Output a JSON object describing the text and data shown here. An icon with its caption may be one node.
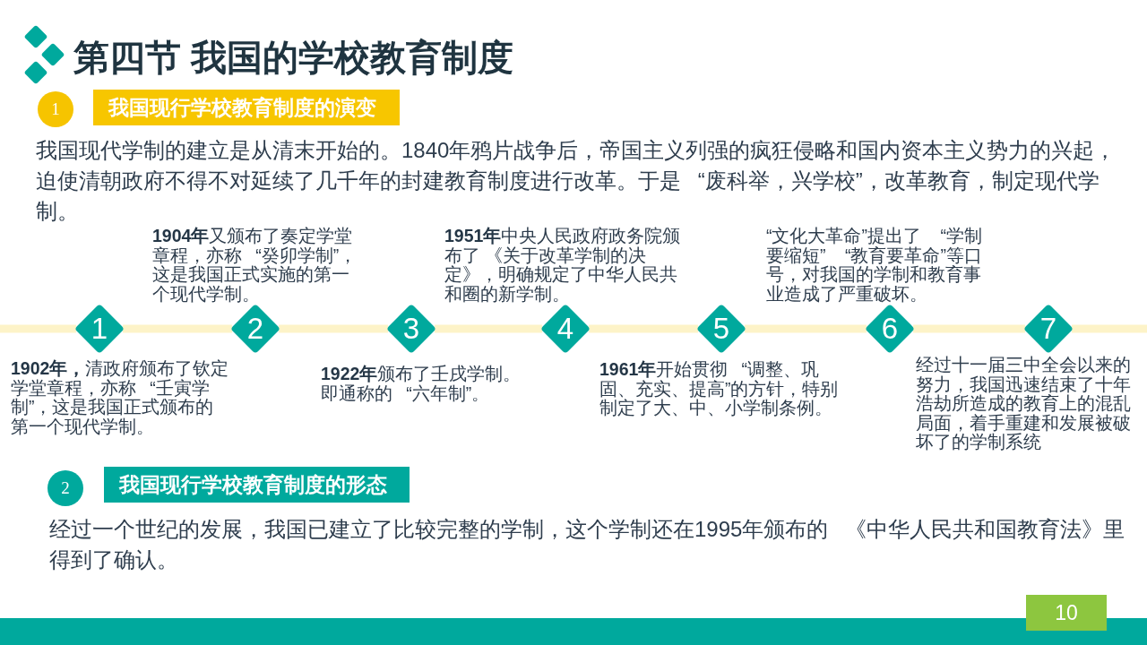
{
  "diagram": {
    "title": "第四节 我国的学校教育制度",
    "nodes": [
      {
        "text": [
          "1"
        ]
      },
      {
        "text": [
          "我国现行学校教育制度的演变"
        ]
      },
      {
        "text": [
          "1"
        ],
        "beside": [
          "**1902年，**清政府颁布了钦定学堂章程，亦称 “壬寅学制”，这是我国正式颁布的第一个现代学制。"
        ]
      },
      {
        "text": [
          "2"
        ],
        "beside": [
          "**1904年**又颁布了奏定学堂章程，亦称 “癸卯学制”，这是我国正式实施的第一个现代学制。"
        ]
      },
      {
        "text": [
          "3"
        ],
        "beside": [
          "**1922年**颁布了壬戌学制。即通称的 “六年制”。"
        ]
      },
      {
        "text": [
          "4"
        ],
        "beside": [
          "**1951年**中央人民政府政务院颁布了 《关于改革学制的决定》，明确规定了中华人民共和圈的新学制。"
        ]
      },
      {
        "text": [
          "5"
        ],
        "beside": [
          "**1961年**开始贯彻 “调整、巩固、充实、提高”的方针，特别制定了大、中、小学制条例。"
        ]
      },
      {
        "text": [
          "6"
        ],
        "beside": [
          "“文化大革命”提出了 “学制要缩短” “教育要革命”等口号，对我国的学制和教育事业造成了严重破坏。"
        ]
      },
      {
        "text": [
          "7"
        ],
        "beside": [
          "经过十一届三中全会以来的努力，我国迅速结束了十年浩劫所造成的教育上的混乱局面，着手重建和发展被破坏了的学制系统"
        ]
      },
      {
        "text": [
          "2"
        ]
      },
      {
        "text": [
          "我国现行学校教育制度的形态"
        ]
      },
      {
        "text": [
          "10"
        ]
      }
    ],
    "edges": [
      {
        "from": 2,
        "to": 3,
        "arrow": "none"
      },
      {
        "from": 3,
        "to": 4,
        "arrow": "none"
      },
      {
        "from": 4,
        "to": 5,
        "arrow": "none"
      },
      {
        "from": 5,
        "to": 6,
        "arrow": "none"
      },
      {
        "from": 6,
        "to": 7,
        "arrow": "none"
      },
      {
        "from": 7,
        "to": 8,
        "arrow": "none"
      }
    ],
    "labels": [
      "我国现代学制的建立是从清末开始的。1840年鸦片战争后，帝国主义列强的疯狂侵略和国内资本主义势力的兴起，迫使清朝政府不得不对延续了几千年的封建教育制度进行改革。于是 “废科举，兴学校”，改革教育，制定现代学制。",
      "经过一个世纪的发展，我国已建立了比较完整的学制，这个学制还在1995年颁布的 《中华人民共和国教育法》里得到了确认。"
    ]
  }
}
